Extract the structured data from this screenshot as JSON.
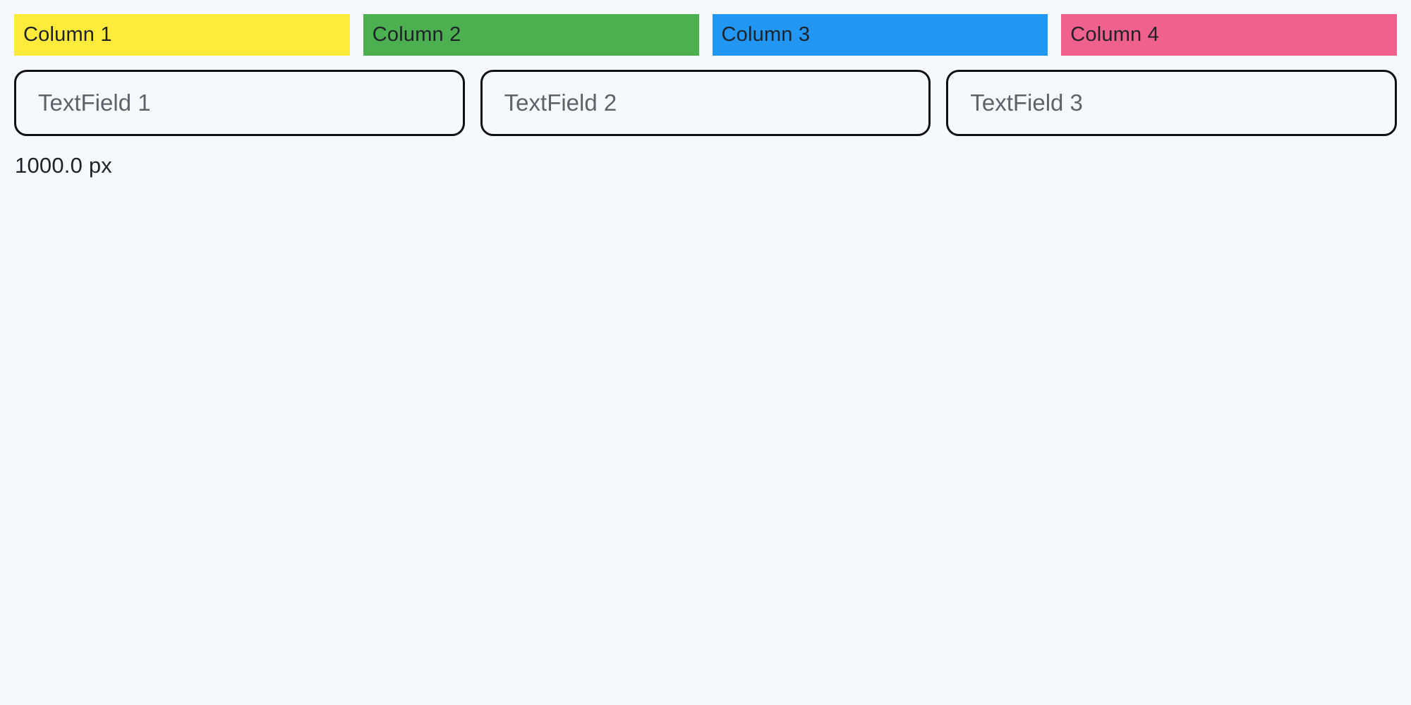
{
  "page": {
    "background": "#F7F8FB"
  },
  "columns": [
    {
      "label": "Column 1",
      "color": "#FFEB3B"
    },
    {
      "label": "Column 2",
      "color": "#4CAF50"
    },
    {
      "label": "Column 3",
      "color": "#2196F3"
    },
    {
      "label": "Column 4",
      "color": "#F0618E"
    }
  ],
  "text_fields": [
    {
      "placeholder": "TextField 1"
    },
    {
      "placeholder": "TextField 2"
    },
    {
      "placeholder": "TextField 3"
    }
  ],
  "footer": {
    "width_label": "1000.0 px"
  }
}
